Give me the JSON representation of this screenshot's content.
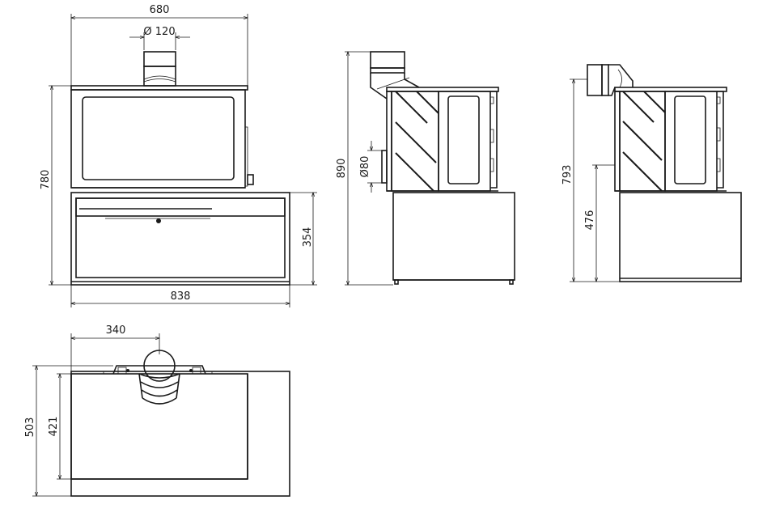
{
  "colors": {
    "line": "#1a1a1a",
    "background": "#ffffff"
  },
  "front_view": {
    "width_top": "680",
    "flue_diameter": "Ø 120",
    "height_total": "780",
    "base_height": "354",
    "width_base": "838"
  },
  "side_view": {
    "height_total": "890",
    "air_inlet": "Ø80"
  },
  "rear_side_view": {
    "height_total": "793",
    "outlet_height": "476"
  },
  "top_view": {
    "flue_offset": "340",
    "depth_total": "503",
    "depth_body": "421"
  }
}
